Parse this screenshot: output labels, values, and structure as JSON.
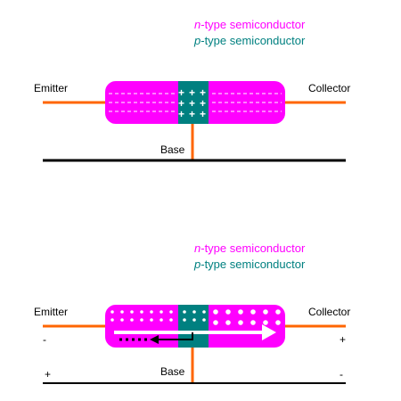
{
  "colors": {
    "n_type": "#ff00ff",
    "p_type": "#008080",
    "wire": "#ff6600",
    "baseline": "#000000",
    "carrier": "#ffffff"
  },
  "legend": {
    "n_letter": "n",
    "n_rest": "-type semiconductor",
    "p_letter": "p",
    "p_rest": "-type semiconductor"
  },
  "diagram_top": {
    "emitter": "Emitter",
    "collector": "Collector",
    "base": "Base",
    "hole_symbol": "+"
  },
  "diagram_bottom": {
    "emitter": "Emitter",
    "collector": "Collector",
    "base": "Base",
    "emitter_sign": "-",
    "collector_sign": "+",
    "base_left_sign": "+",
    "base_right_sign": "-"
  }
}
